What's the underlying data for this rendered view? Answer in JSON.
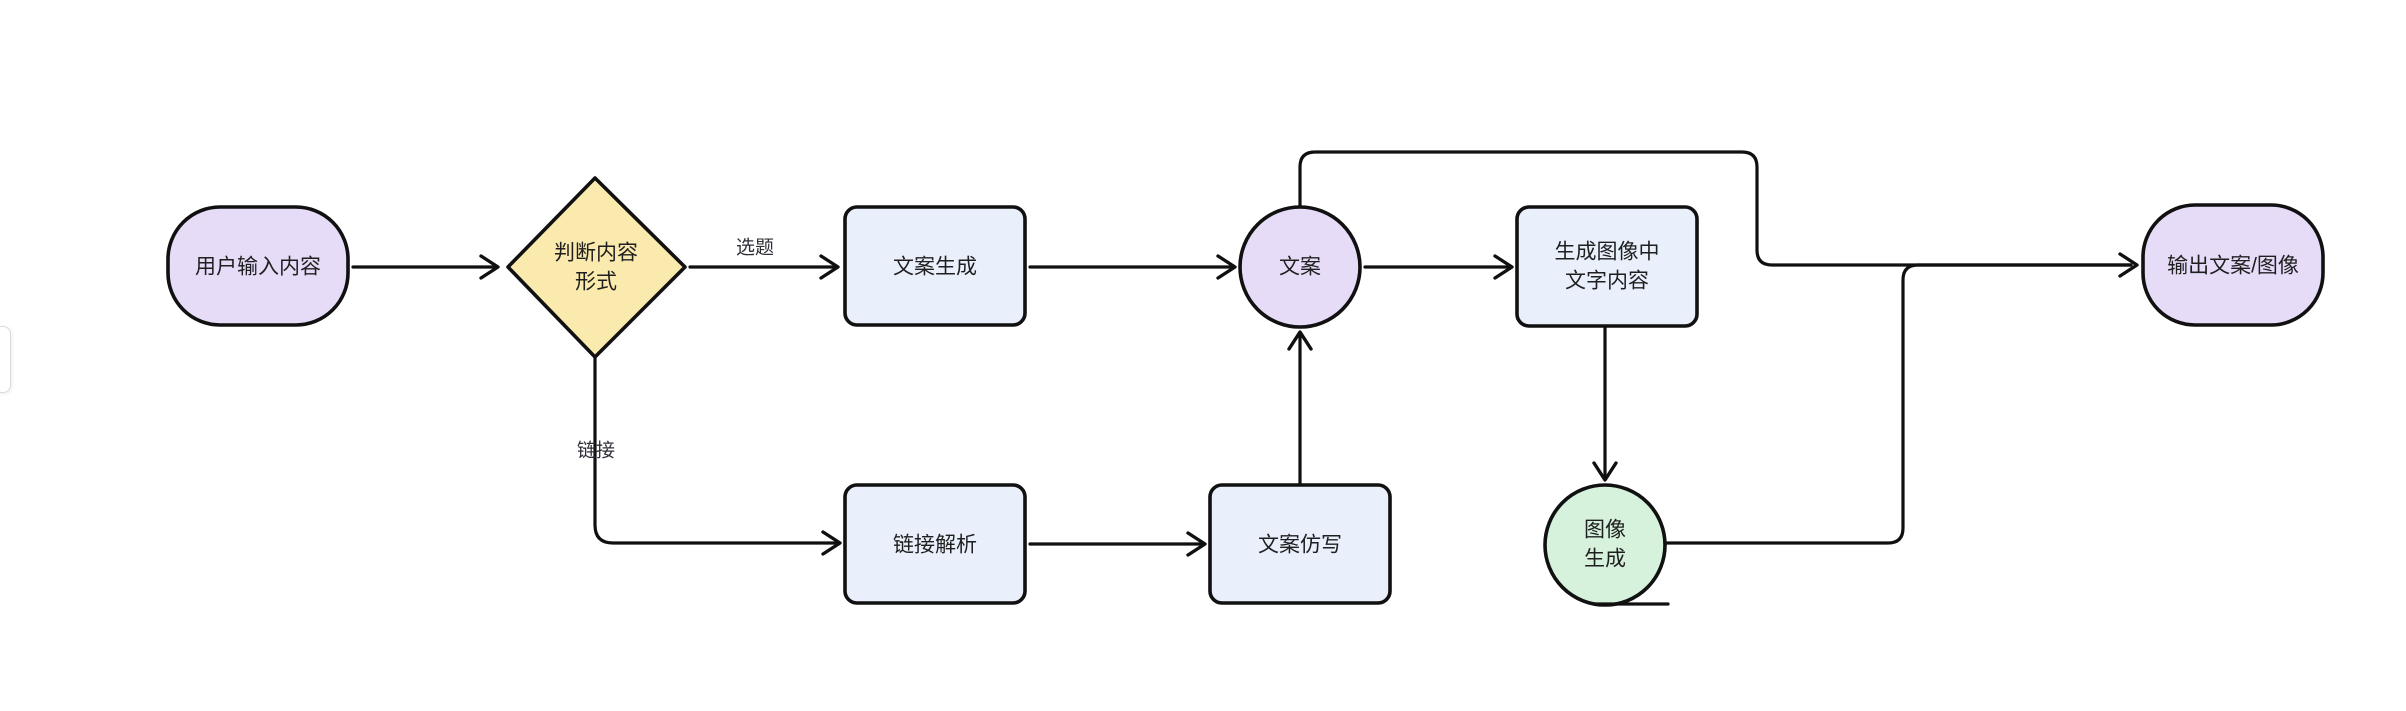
{
  "canvas": {
    "background": "#ffffff"
  },
  "colors": {
    "stroke": "#101010",
    "lavender_fill": "#e7dcf8",
    "yellow_fill": "#fbeaad",
    "blue_fill": "#e9f0fc",
    "green_fill": "#d7f2dc",
    "text": "#1f1f1f"
  },
  "nodes": {
    "start": {
      "label": "用户输入内容",
      "fill": "#e7dcf8"
    },
    "decision": {
      "label_line1": "判断内容",
      "label_line2": "形式",
      "fill": "#fbeaad"
    },
    "copy_generation": {
      "label": "文案生成",
      "fill": "#e9f0fc"
    },
    "copy": {
      "label": "文案",
      "fill": "#e7dcf8"
    },
    "image_text": {
      "label_line1": "生成图像中",
      "label_line2": "文字内容",
      "fill": "#e9f0fc"
    },
    "link_parse": {
      "label": "链接解析",
      "fill": "#e9f0fc"
    },
    "copy_imitation": {
      "label": "文案仿写",
      "fill": "#e9f0fc"
    },
    "image_generation": {
      "label_line1": "图像",
      "label_line2": "生成",
      "fill": "#d7f2dc"
    },
    "output": {
      "label": "输出文案/图像",
      "fill": "#e7dcf8"
    }
  },
  "edge_labels": {
    "topic": "选题",
    "link": "链接"
  }
}
